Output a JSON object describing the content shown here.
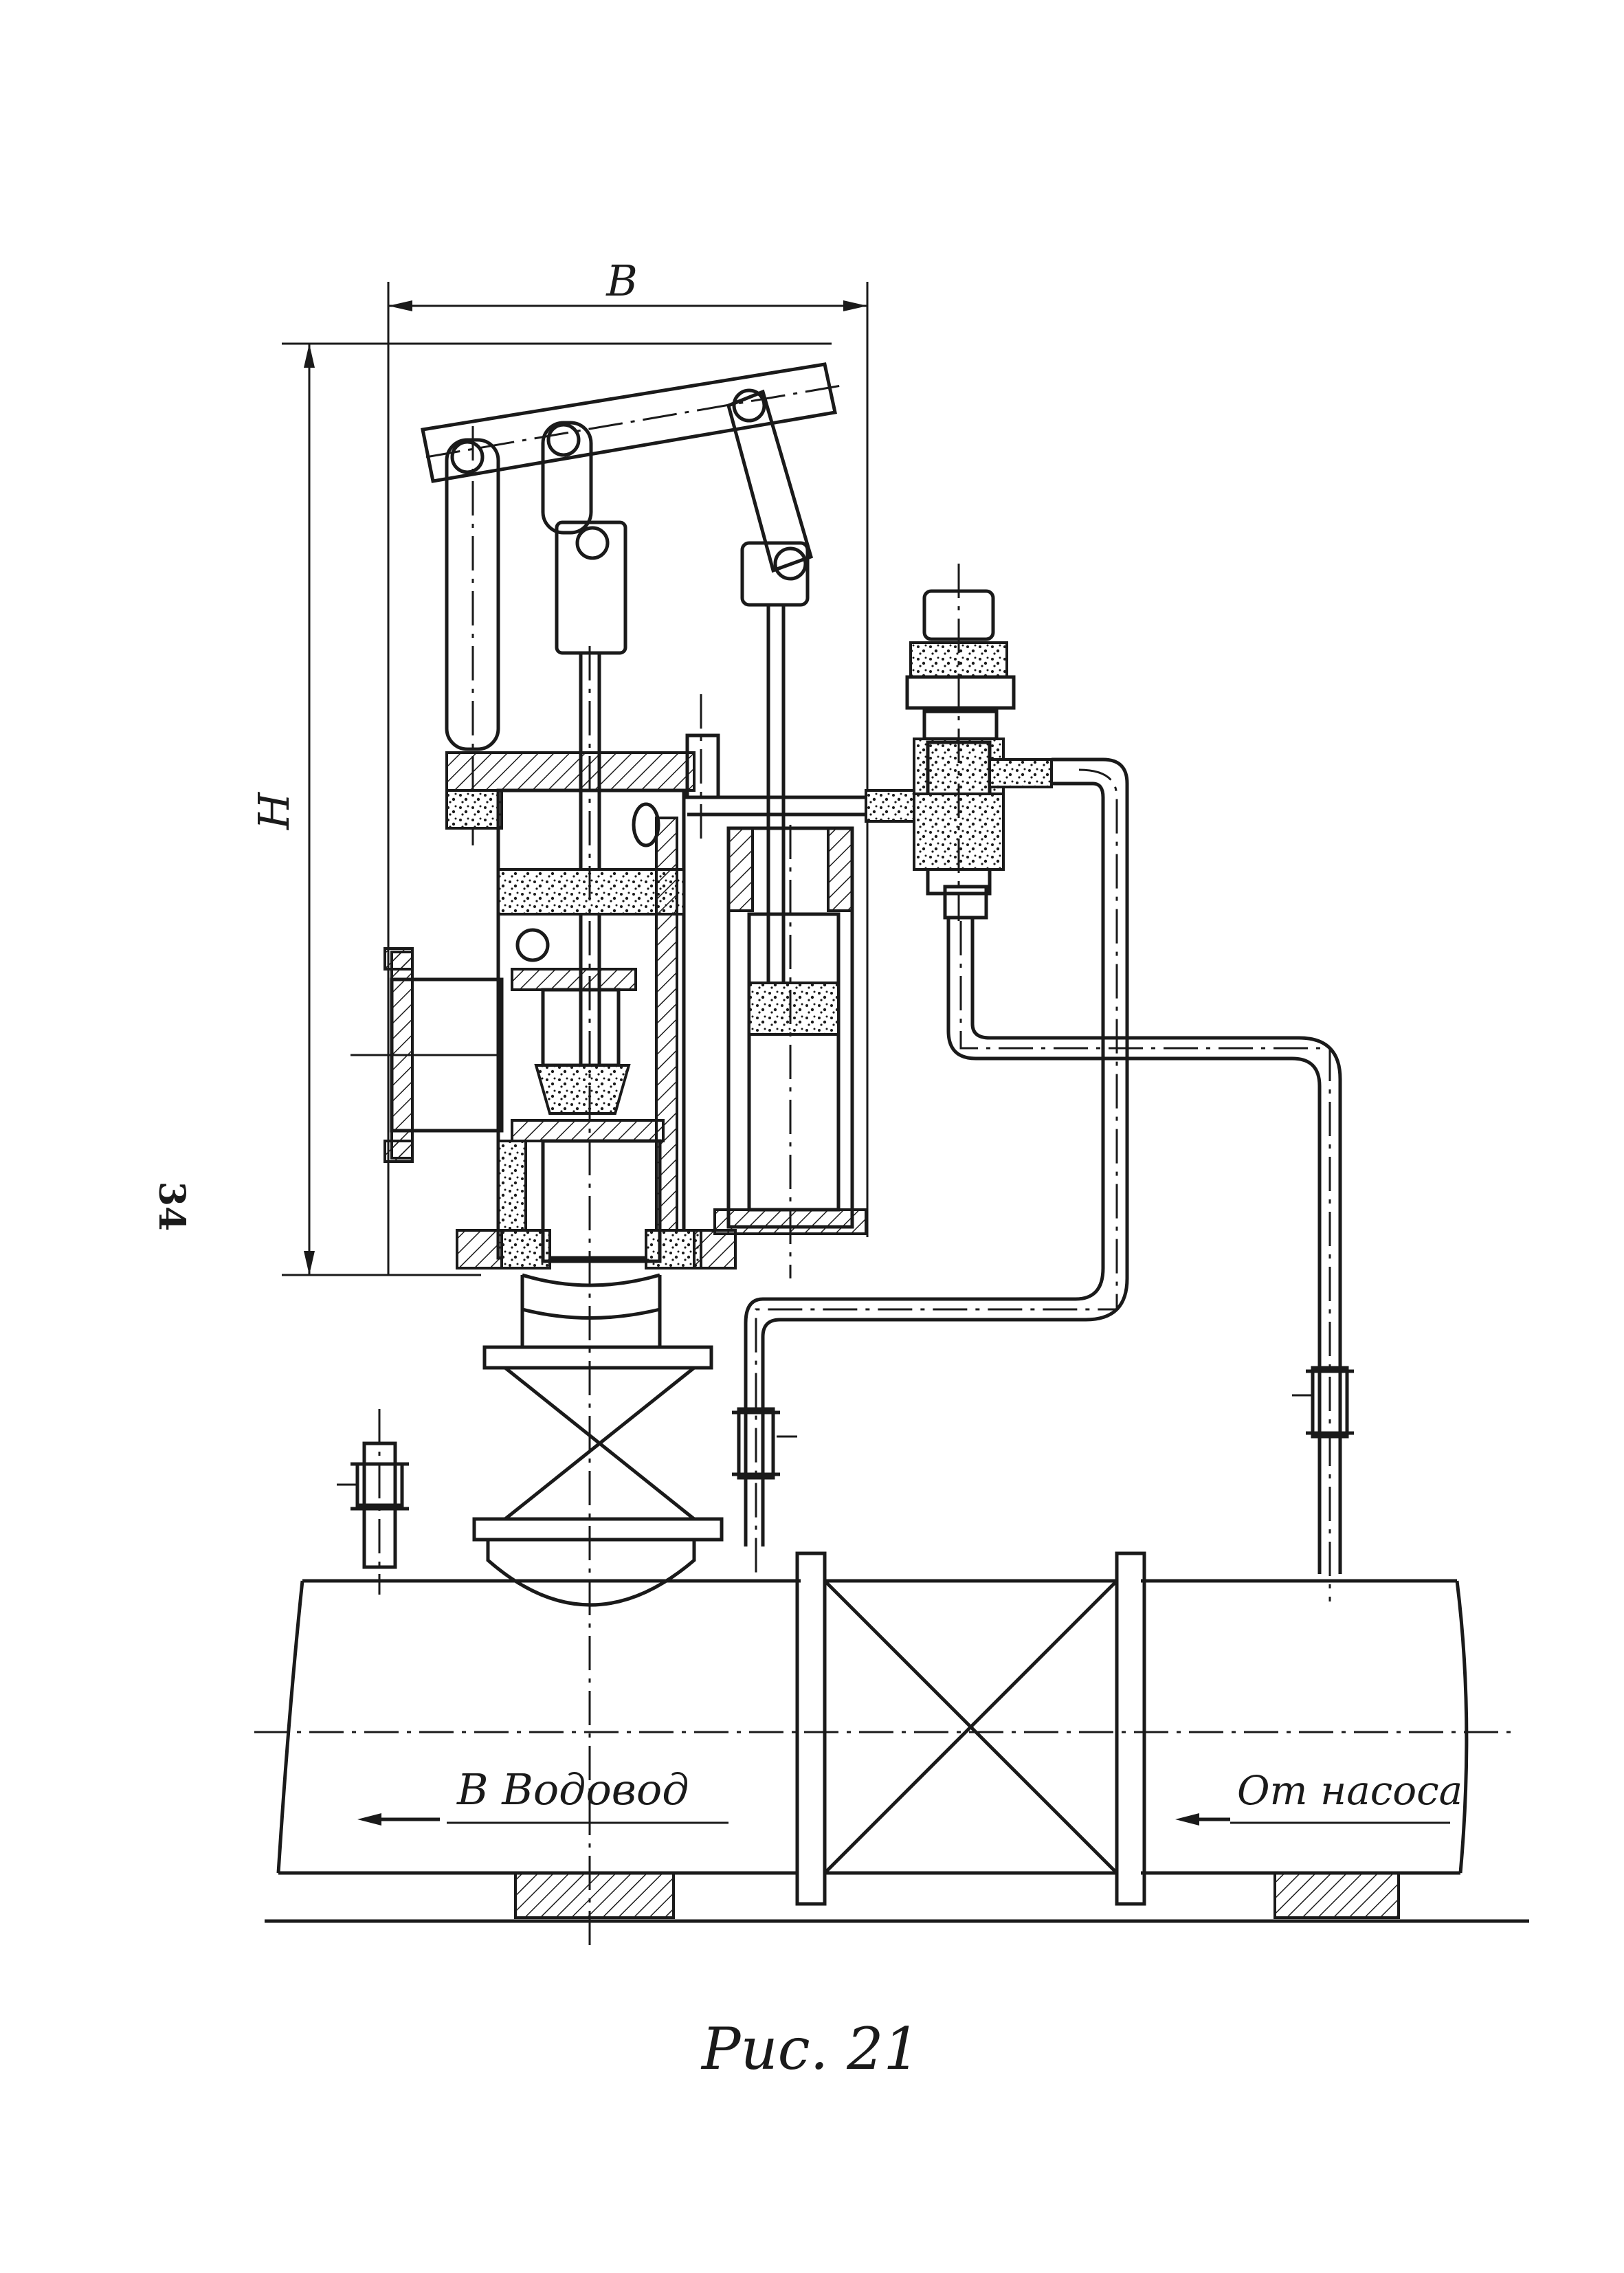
{
  "page_number": "34",
  "figure": {
    "caption": "Рис. 21",
    "dimension_width_label": "B",
    "dimension_height_label": "H",
    "left_flow_label": "В Водовод",
    "right_flow_label": "От насоса"
  }
}
